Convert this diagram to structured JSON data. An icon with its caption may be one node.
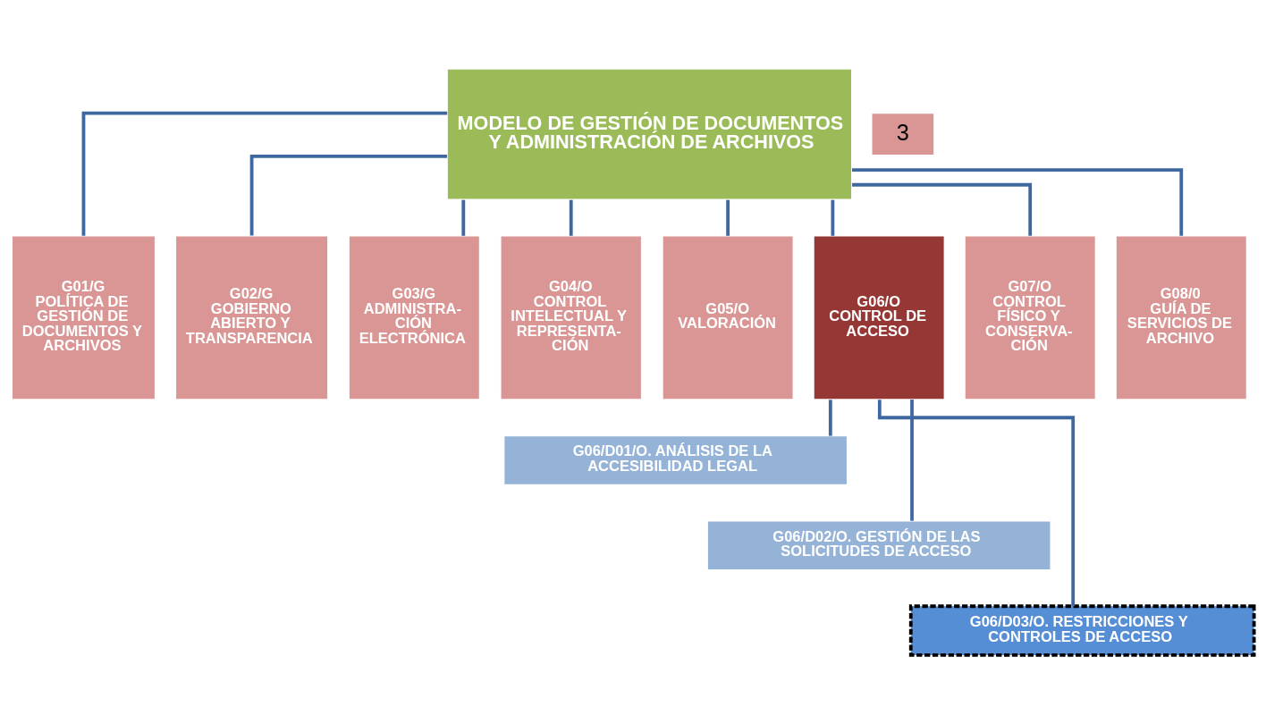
{
  "diagram": {
    "nodes": [
      {
        "text": [
          "MODELO DE GESTIÓN DE DOCUMENTOS Y ADMINISTRACIÓN DE ARCHIVOS"
        ]
      },
      {
        "text": [
          "G01/G",
          "POLÍTICA DE GESTIÓN DE DOCUMENTOS Y ARCHIVOS"
        ]
      },
      {
        "text": [
          "G02/G",
          "GOBIERNO ABIERTO Y TRANSPARENCIA"
        ]
      },
      {
        "text": [
          "G03/G",
          "ADMINISTRA- CIÓN ELECTRÓNICA"
        ]
      },
      {
        "text": [
          "G04/O",
          "CONTROL INTELECTUAL Y REPRESENTA- CIÓN"
        ]
      },
      {
        "text": [
          "G05/O",
          "VALORACIÓN"
        ]
      },
      {
        "text": [
          "G06/O",
          "CONTROL DE ACCESO"
        ]
      },
      {
        "text": [
          "G07/O",
          "CONTROL FÍSICO Y CONSERVA- CIÓN"
        ]
      },
      {
        "text": [
          "G08/0",
          "GUÍA DE SERVICIOS DE ARCHIVO"
        ]
      },
      {
        "text": [
          "G06/D01/O. ANÁLISIS DE LA ACCESIBILIDAD LEGAL"
        ]
      },
      {
        "text": [
          "G06/D02/O. GESTIÓN DE LAS SOLICITUDES DE ACCESO"
        ]
      },
      {
        "text": [
          "G06/D03/O. RESTRICCIONES Y  CONTROLES DE ACCESO"
        ]
      }
    ],
    "edges": [
      {
        "from": 0,
        "to": 1,
        "arrow": "none"
      },
      {
        "from": 0,
        "to": 2,
        "arrow": "none"
      },
      {
        "from": 0,
        "to": 3,
        "arrow": "none"
      },
      {
        "from": 0,
        "to": 4,
        "arrow": "none"
      },
      {
        "from": 0,
        "to": 5,
        "arrow": "none"
      },
      {
        "from": 0,
        "to": 6,
        "arrow": "none"
      },
      {
        "from": 0,
        "to": 7,
        "arrow": "none"
      },
      {
        "from": 0,
        "to": 8,
        "arrow": "none"
      },
      {
        "from": 6,
        "to": 9,
        "arrow": "none"
      },
      {
        "from": 6,
        "to": 10,
        "arrow": "none"
      },
      {
        "from": 6,
        "to": 11,
        "arrow": "none"
      }
    ],
    "labels": [
      "3"
    ]
  }
}
